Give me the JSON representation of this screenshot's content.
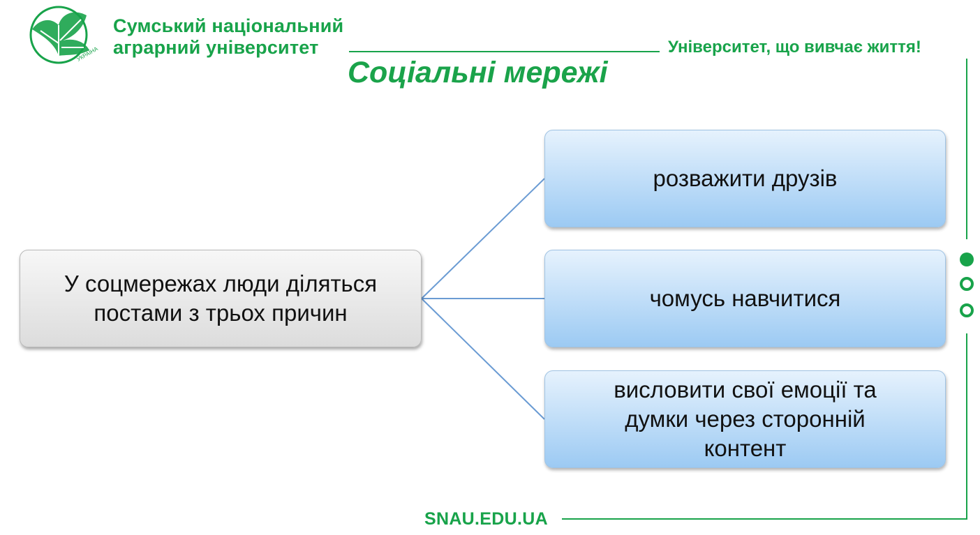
{
  "header": {
    "university_line1": "Сумський національний",
    "university_line2": "аграрний університет",
    "logo_text": "УКРАЇНА",
    "slogan": "Університет, що вивчає життя!"
  },
  "slide": {
    "title": "Соціальні мережі",
    "main_node": {
      "line1": "У соцмережах люди діляться",
      "line2": "постами з трьох причин"
    },
    "reasons": [
      {
        "lines": [
          "розважити друзів"
        ]
      },
      {
        "lines": [
          "чомусь навчитися"
        ]
      },
      {
        "lines": [
          "висловити свої емоції та",
          "думки через сторонній",
          "контент"
        ]
      }
    ]
  },
  "footer": {
    "url": "SNAU.EDU.UA"
  },
  "colors": {
    "brand_green": "#18a34a",
    "connector": "#6a9bd3"
  }
}
